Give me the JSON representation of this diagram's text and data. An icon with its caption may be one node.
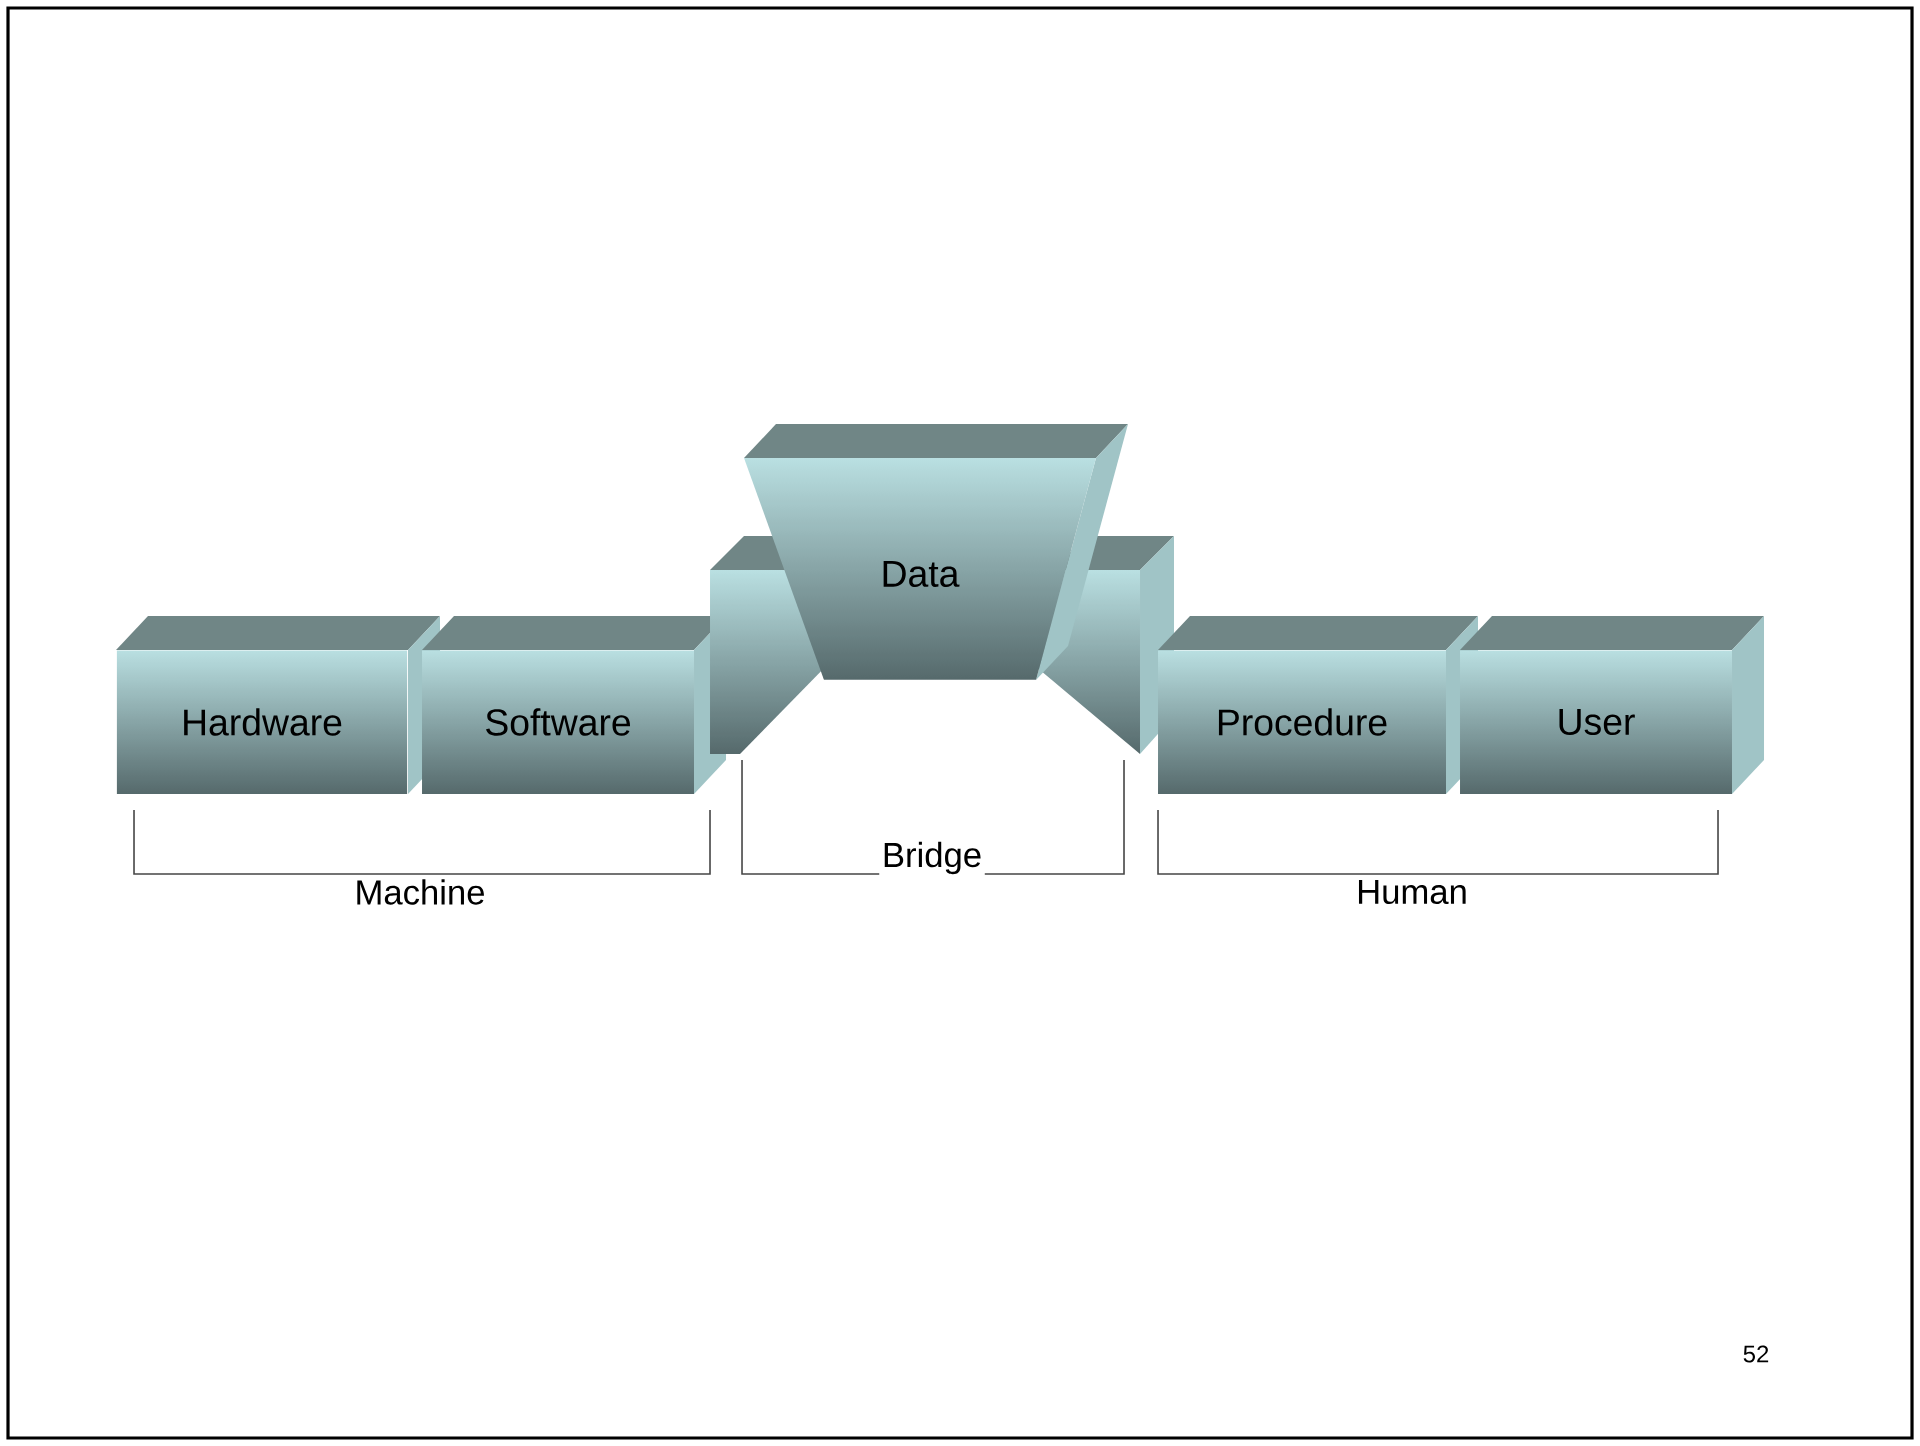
{
  "diagram": {
    "nodes": [
      {
        "text": [
          "Hardware"
        ]
      },
      {
        "text": [
          "Software"
        ]
      },
      {
        "text": [
          "Data"
        ]
      },
      {
        "text": [
          "Procedure"
        ]
      },
      {
        "text": [
          "User"
        ]
      }
    ],
    "labels": [
      "Machine",
      "Bridge",
      "Human",
      "52"
    ]
  }
}
